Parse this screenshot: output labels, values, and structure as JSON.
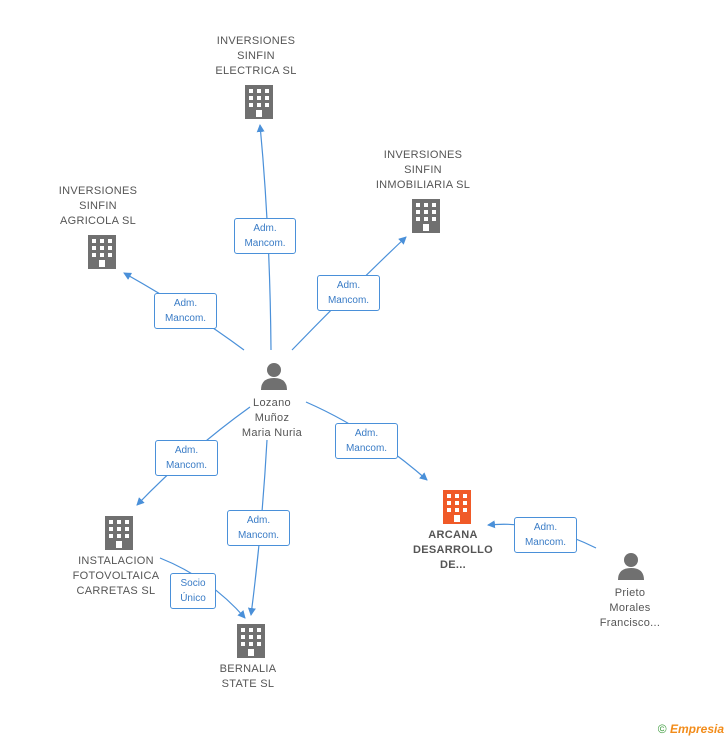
{
  "nodes": {
    "electrica": {
      "lines": [
        "INVERSIONES",
        "SINFIN",
        "ELECTRICA SL"
      ],
      "kind": "company"
    },
    "inmobiliaria": {
      "lines": [
        "INVERSIONES",
        "SINFIN",
        "INMOBILIARIA SL"
      ],
      "kind": "company"
    },
    "agricola": {
      "lines": [
        "INVERSIONES",
        "SINFIN",
        "AGRICOLA SL"
      ],
      "kind": "company"
    },
    "lozano": {
      "lines": [
        "Lozano",
        "Muñoz",
        "Maria Nuria"
      ],
      "kind": "person"
    },
    "instalacion": {
      "lines": [
        "INSTALACION",
        "FOTOVOLTAICA",
        "CARRETAS SL"
      ],
      "kind": "company"
    },
    "arcana": {
      "lines": [
        "ARCANA",
        "DESARROLLO",
        "DE..."
      ],
      "kind": "company-highlight"
    },
    "bernalia": {
      "lines": [
        "BERNALIA",
        "STATE SL"
      ],
      "kind": "company"
    },
    "prieto": {
      "lines": [
        "Prieto",
        "Morales",
        "Francisco..."
      ],
      "kind": "person"
    }
  },
  "edges": [
    {
      "id": "e1",
      "lines": [
        "Adm.",
        "Mancom."
      ]
    },
    {
      "id": "e2",
      "lines": [
        "Adm.",
        "Mancom."
      ]
    },
    {
      "id": "e3",
      "lines": [
        "Adm.",
        "Mancom."
      ]
    },
    {
      "id": "e4",
      "lines": [
        "Adm.",
        "Mancom."
      ]
    },
    {
      "id": "e5",
      "lines": [
        "Adm.",
        "Mancom."
      ]
    },
    {
      "id": "e6",
      "lines": [
        "Adm.",
        "Mancom."
      ]
    },
    {
      "id": "e7",
      "lines": [
        "Socio",
        "Único"
      ]
    },
    {
      "id": "e8",
      "lines": [
        "Adm.",
        "Mancom."
      ]
    }
  ],
  "colors": {
    "edge": "#4a90d9",
    "company": "#707070",
    "highlight": "#f05a28",
    "person": "#707070"
  },
  "footer": {
    "copyright": "©",
    "brand": "Empresia"
  }
}
